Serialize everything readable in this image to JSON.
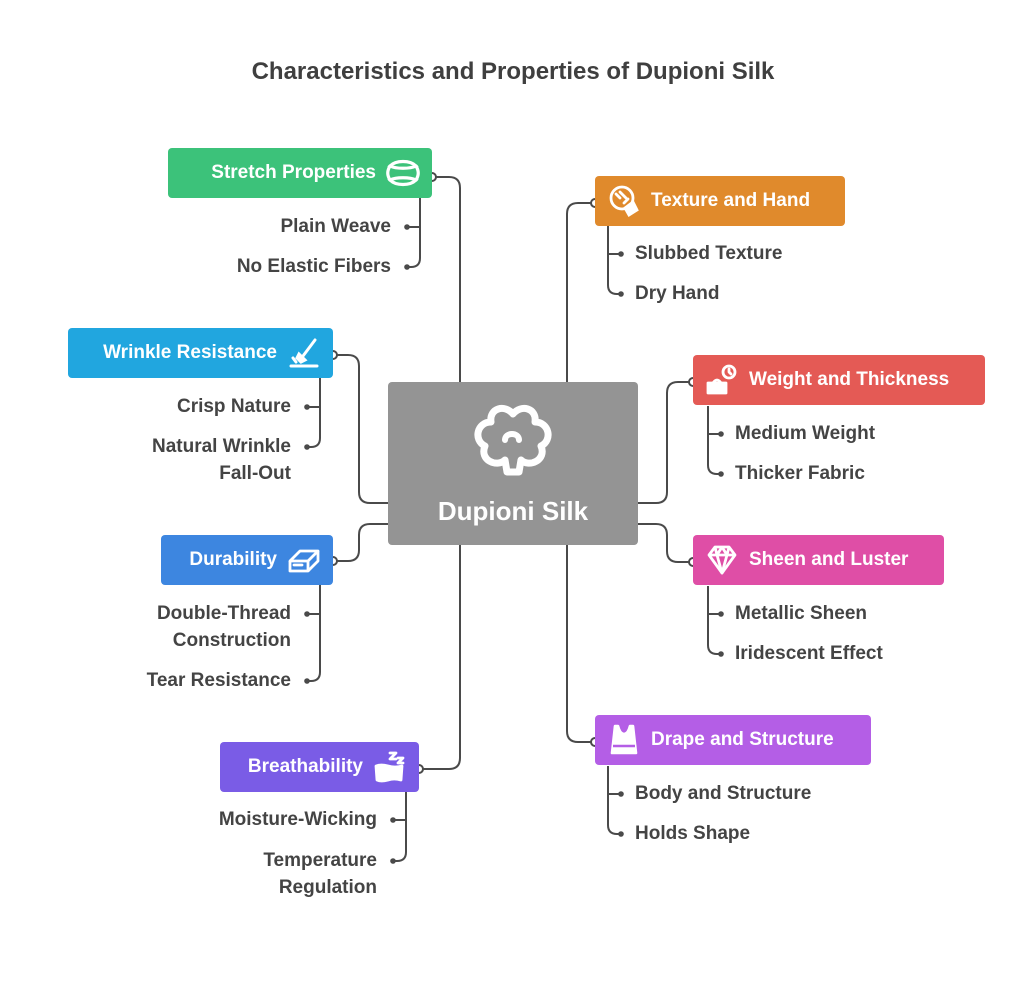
{
  "title": "Characteristics and Properties of Dupioni Silk",
  "center": {
    "label": "Dupioni Silk",
    "icon": "cotton-boll-icon"
  },
  "colors": {
    "connector": "#4a4a4a",
    "center": "#949494",
    "stretch": "#3cc27a",
    "wrinkle": "#21a6df",
    "durability": "#3d86e0",
    "breathability": "#7a5ce6",
    "texture": "#e08a2c",
    "weight": "#e45a55",
    "sheen": "#df4ea6",
    "drape": "#b45ee6"
  },
  "left": {
    "stretch": {
      "label": "Stretch Properties",
      "icon": "elastic-band-icon",
      "items": [
        "Plain Weave",
        "No Elastic Fibers"
      ]
    },
    "wrinkle": {
      "label": "Wrinkle Resistance",
      "icon": "iron-icon",
      "items": [
        "Crisp Nature",
        "Natural Wrinkle",
        "Fall-Out"
      ]
    },
    "durability": {
      "label": "Durability",
      "icon": "eraser-icon",
      "items": [
        "Double-Thread",
        "Construction",
        "Tear Resistance"
      ]
    },
    "breathability": {
      "label": "Breathability",
      "icon": "pillow-sleep-icon",
      "items": [
        "Moisture-Wicking",
        "Temperature",
        "Regulation"
      ]
    }
  },
  "right": {
    "texture": {
      "label": "Texture and Hand",
      "icon": "fabric-texture-icon",
      "items": [
        "Slubbed Texture",
        "Dry Hand"
      ]
    },
    "weight": {
      "label": "Weight and Thickness",
      "icon": "weight-scale-icon",
      "items": [
        "Medium Weight",
        "Thicker Fabric"
      ]
    },
    "sheen": {
      "label": "Sheen and Luster",
      "icon": "diamond-icon",
      "items": [
        "Metallic Sheen",
        "Iridescent Effect"
      ]
    },
    "drape": {
      "label": "Drape and Structure",
      "icon": "tank-top-icon",
      "items": [
        "Body and Structure",
        "Holds Shape"
      ]
    }
  }
}
